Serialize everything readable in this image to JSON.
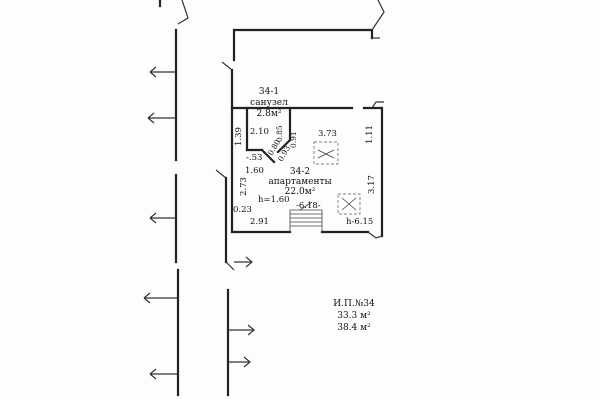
{
  "rooms": {
    "bathroom": {
      "number": "34-1",
      "name": "санузел",
      "area": "2.8м²"
    },
    "apartment": {
      "number": "34-2",
      "name": "апартаменты",
      "area": "22.0м²"
    }
  },
  "dimensions": {
    "d_210": "2.10",
    "d_373": "3.73",
    "d_139": "1.39",
    "d_111": "1.11",
    "d_053": "-.53",
    "d_080": "0.80",
    "d_085": "0.85",
    "d_091": "0.91",
    "d_093": "0.93",
    "d_160": "1.60",
    "d_273": "2.73",
    "d_317": "3.17",
    "d_h160": "h=1.60",
    "d_618": "-6.18-",
    "d_h615": "h-6.15",
    "d_023": "0.23",
    "d_291": "2.91"
  },
  "summary": {
    "title": "И.П.№34",
    "area1": "33.3 м²",
    "area2": "38.4 м²"
  }
}
